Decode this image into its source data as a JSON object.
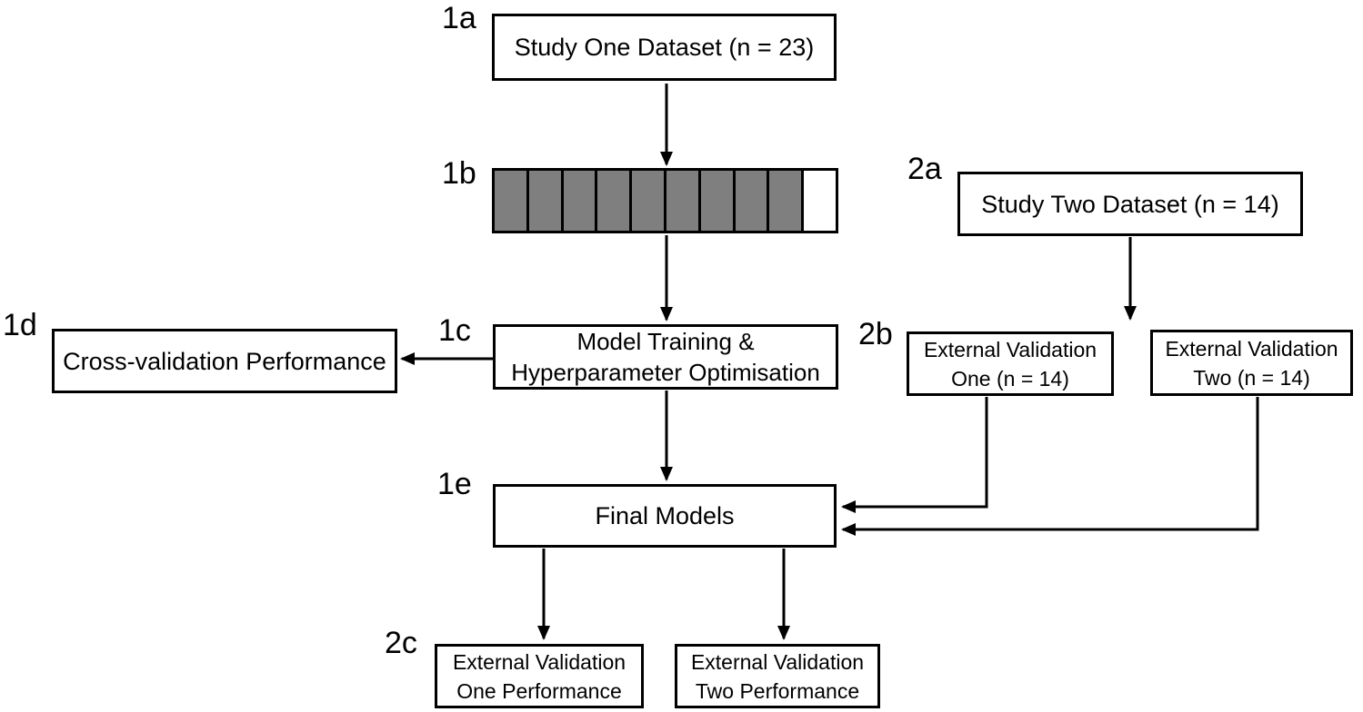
{
  "diagram": {
    "title_semantic": "study-pipeline-flowchart",
    "background_color": "#ffffff",
    "line_color": "#000000",
    "step_labels": {
      "s1a": "1a",
      "s1b": "1b",
      "s1c": "1c",
      "s1d": "1d",
      "s1e": "1e",
      "s2a": "2a",
      "s2b": "2b",
      "s2c": "2c"
    },
    "nodes": {
      "study_one": {
        "text": "Study One Dataset (n = 23)"
      },
      "study_two": {
        "text": "Study Two Dataset (n = 14)"
      },
      "cross_validation": {
        "text": "Cross-validation Performance"
      },
      "model_training": {
        "line1": "Model Training &",
        "line2": "Hyperparameter Optimisation"
      },
      "ext_val_one": {
        "line1": "External Validation",
        "line2": "One (n = 14)"
      },
      "ext_val_two": {
        "line1": "External Validation",
        "line2": "Two (n = 14)"
      },
      "final_models": {
        "text": "Final Models"
      },
      "ext_val_one_perf": {
        "line1": "External Validation",
        "line2": "One Performance"
      },
      "ext_val_two_perf": {
        "line1": "External Validation",
        "line2": "Two Performance"
      }
    },
    "folds_bar": {
      "segments": 10,
      "filled": 9,
      "fill_color": "#7f7f7f",
      "empty_color": "#ffffff"
    }
  }
}
